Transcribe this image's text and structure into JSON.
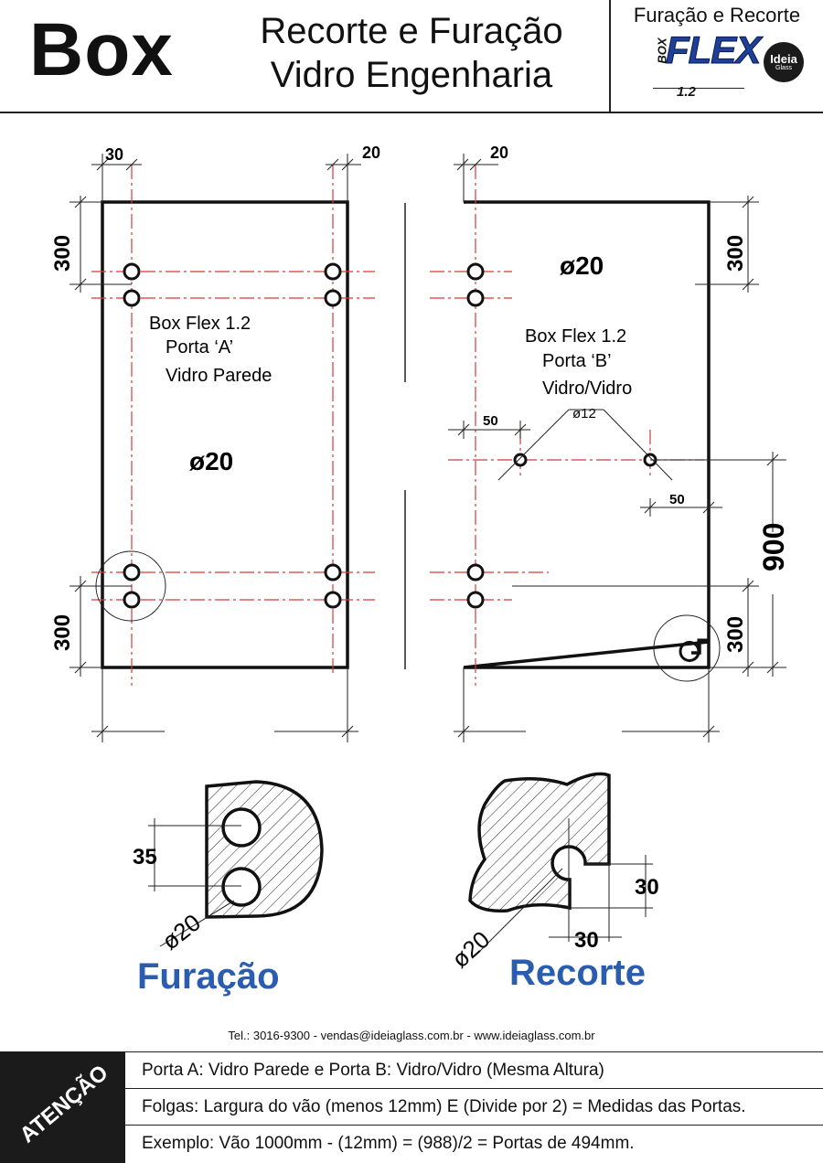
{
  "header": {
    "product": "Box",
    "title_line1": "Recorte e Furação",
    "title_line2": "Vidro Engenharia",
    "right_title": "Furação e Recorte",
    "brand_box": "BOX",
    "brand_flex": "FLEX",
    "brand_version": "1.2",
    "company_logo_name": "Ideia",
    "company_logo_sub": "Glass"
  },
  "door_a": {
    "label_line1": "Box Flex 1.2",
    "label_line2": "Porta ‘A’",
    "label_line3": "Vidro Parede",
    "hole_diameter": "ø20",
    "dim_left_edge": "30",
    "dim_right_edge": "20",
    "dim_top": "300",
    "dim_bottom": "300"
  },
  "door_b": {
    "label_line1": "Box Flex 1.2",
    "label_line2": "Porta ‘B’",
    "label_line3": "Vidro/Vidro",
    "hole_diameter": "ø20",
    "small_hole_diameter": "ø12",
    "dim_left_edge": "20",
    "dim_top": "300",
    "dim_bottom": "300",
    "dim_hole_left": "50",
    "dim_hole_right": "50",
    "dim_height": "900"
  },
  "detail_furacao": {
    "label": "Furação",
    "spacing": "35",
    "diameter": "ø20"
  },
  "detail_recorte": {
    "label": "Recorte",
    "width": "30",
    "height": "30",
    "diameter": "ø20"
  },
  "footer": {
    "contact": "Tel.: 3016-9300 - vendas@ideiaglass.com.br - www.ideiaglass.com.br",
    "attention": "ATENÇÃO",
    "line1": "Porta A: Vidro Parede e Porta B: Vidro/Vidro (Mesma Altura)",
    "line2": "Folgas: Largura do vão (menos 12mm) E (Divide por 2) = Medidas das Portas.",
    "line3": "Exemplo: Vão 1000mm - (12mm) = (988)/2 = Portas de 494mm."
  },
  "colors": {
    "outline": "#111111",
    "centerline": "#d83a3a",
    "accent_blue": "#2a5db0"
  }
}
